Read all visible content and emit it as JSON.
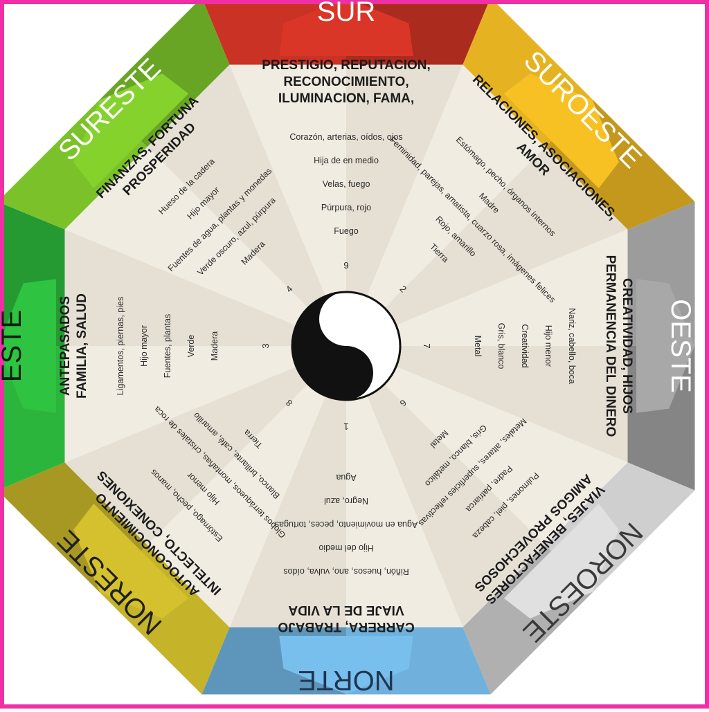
{
  "frame_color": "#ee2fa6",
  "sectors": [
    {
      "key": "sur",
      "direction": "SUR",
      "color": "#c93224",
      "label_color": "#ffffff",
      "title": [
        "PRESTIGIO, REPUTACION,",
        "RECONOCIMIENTO,",
        "ILUMINACION, FAMA,"
      ],
      "items": [
        "Corazón, arterias, oídos, ojos",
        "Hija de en medio",
        "Velas, fuego",
        "Púrpura, rojo",
        "Fuego"
      ],
      "number": "9"
    },
    {
      "key": "suroeste",
      "direction": "SUROESTE",
      "color": "#e5b321",
      "label_color": "#ffffff",
      "title": [
        "RELACIONES, ASOCIACIONES,",
        "AMOR"
      ],
      "items": [
        "Estómago, pecho, órganos internos",
        "Madre",
        "Feminidad, parejas, amatista, cuarzo rosa, imágenes felices",
        "Rojo, amarillo",
        "Tierra"
      ],
      "number": "2"
    },
    {
      "key": "oeste",
      "direction": "OESTE",
      "color": "#9c9c9c",
      "label_color": "#ffffff",
      "title": [
        "CREATIVIDAD, HIJOS",
        "PERMANENCIA DEL DINERO"
      ],
      "items": [
        "Nariz, cabello, boca",
        "Hijo menor",
        "Creatividad",
        "Gris, blanco",
        "Metal"
      ],
      "number": "7"
    },
    {
      "key": "noroeste",
      "direction": "NOROESTE",
      "color": "#cfcfcf",
      "label_color": "#3a3a3a",
      "title": [
        "VIAJES, BENEFACTORES",
        "AMIGOS PROVECHOSOS"
      ],
      "items": [
        "Pulmones, piel, cabeza",
        "Padre, patriarca",
        "Metales, altares, superficies reflectivas",
        "Gris, blanco, metálico",
        "Metal"
      ],
      "number": "6"
    },
    {
      "key": "norte",
      "direction": "NORTE",
      "color": "#6fb1dc",
      "label_color": "#1f3550",
      "title": [
        "CARRERA, TRABAJO",
        "VIAJE DE LA VIDA"
      ],
      "items": [
        "Riñón, huesos, ano, vulva, oídos",
        "Hijo del medio",
        "Agua en movimiento, peces, tortugas",
        "Negro, azul",
        "Agua"
      ],
      "number": "1"
    },
    {
      "key": "noreste",
      "direction": "NORESTE",
      "color": "#c5b32a",
      "label_color": "#1f1f1f",
      "title": [
        "AUTOCONOCIMIENTO",
        "INTELECTO, CONEXIONES"
      ],
      "items": [
        "Estómago, pecho, manos",
        "Hijo menor",
        "Globos terráqueos, montañas, cristales de roca",
        "Blanco, brillante, café, amarillo",
        "Tierra"
      ],
      "number": "8"
    },
    {
      "key": "este",
      "direction": "ESTE",
      "color": "#2bb53c",
      "label_color": "#0e1e0e",
      "title": [
        "ANTEPASADOS",
        "FAMILIA, SALUD"
      ],
      "items": [
        "Ligamentos, piernas, pies",
        "Hijo mayor",
        "Fuentes, plantas",
        "Verde",
        "Madera"
      ],
      "number": "3"
    },
    {
      "key": "sureste",
      "direction": "SURESTE",
      "color": "#7bc22a",
      "label_color": "#ffffff",
      "title": [
        "FINANZAS, FORTUNA",
        "PROSPERIDAD"
      ],
      "items": [
        "Hueso de la cadera",
        "Hijo mayor",
        "Fuentes de agua, plantas y monedas",
        "Verde oscuro, azul, púrpura",
        "Madera"
      ],
      "number": "4"
    }
  ]
}
